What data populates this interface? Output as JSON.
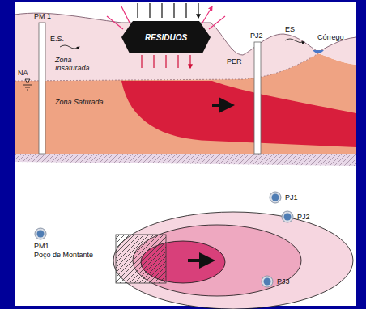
{
  "diagram": {
    "nodes": [
      {
        "text": [
          "RESIDUOS"
        ]
      },
      {
        "text": [
          "PJ1"
        ]
      },
      {
        "text": [
          "PJ2"
        ]
      },
      {
        "text": [
          "PM1",
          "Poço de Montante"
        ]
      },
      {
        "text": [
          "PJ3"
        ]
      }
    ],
    "labels": [
      "PM 1",
      "E.S.",
      "PJ2",
      "ES",
      "Córrego",
      "NA",
      "Zona Insaturada",
      "Zona Saturada",
      "PER"
    ]
  }
}
